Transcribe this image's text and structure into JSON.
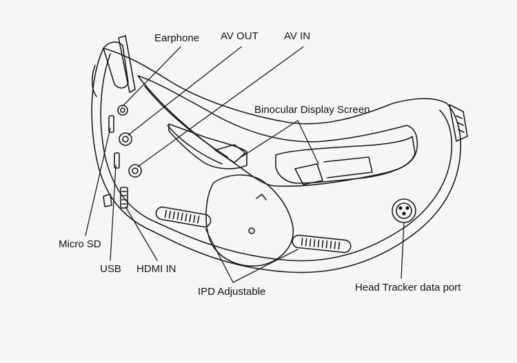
{
  "labels": {
    "earphone": "Earphone",
    "av_out": "AV OUT",
    "av_in": "AV IN",
    "binocular_display_screen": "Binocular Display Screen",
    "micro_sd": "Micro SD",
    "usb": "USB",
    "hdmi_in": "HDMI IN",
    "ipd_adjustable": "IPD Adjustable",
    "head_tracker_data_port": "Head Tracker data port"
  },
  "colors": {
    "background": "#f6f6f6",
    "ink": "#1a1a1a"
  }
}
